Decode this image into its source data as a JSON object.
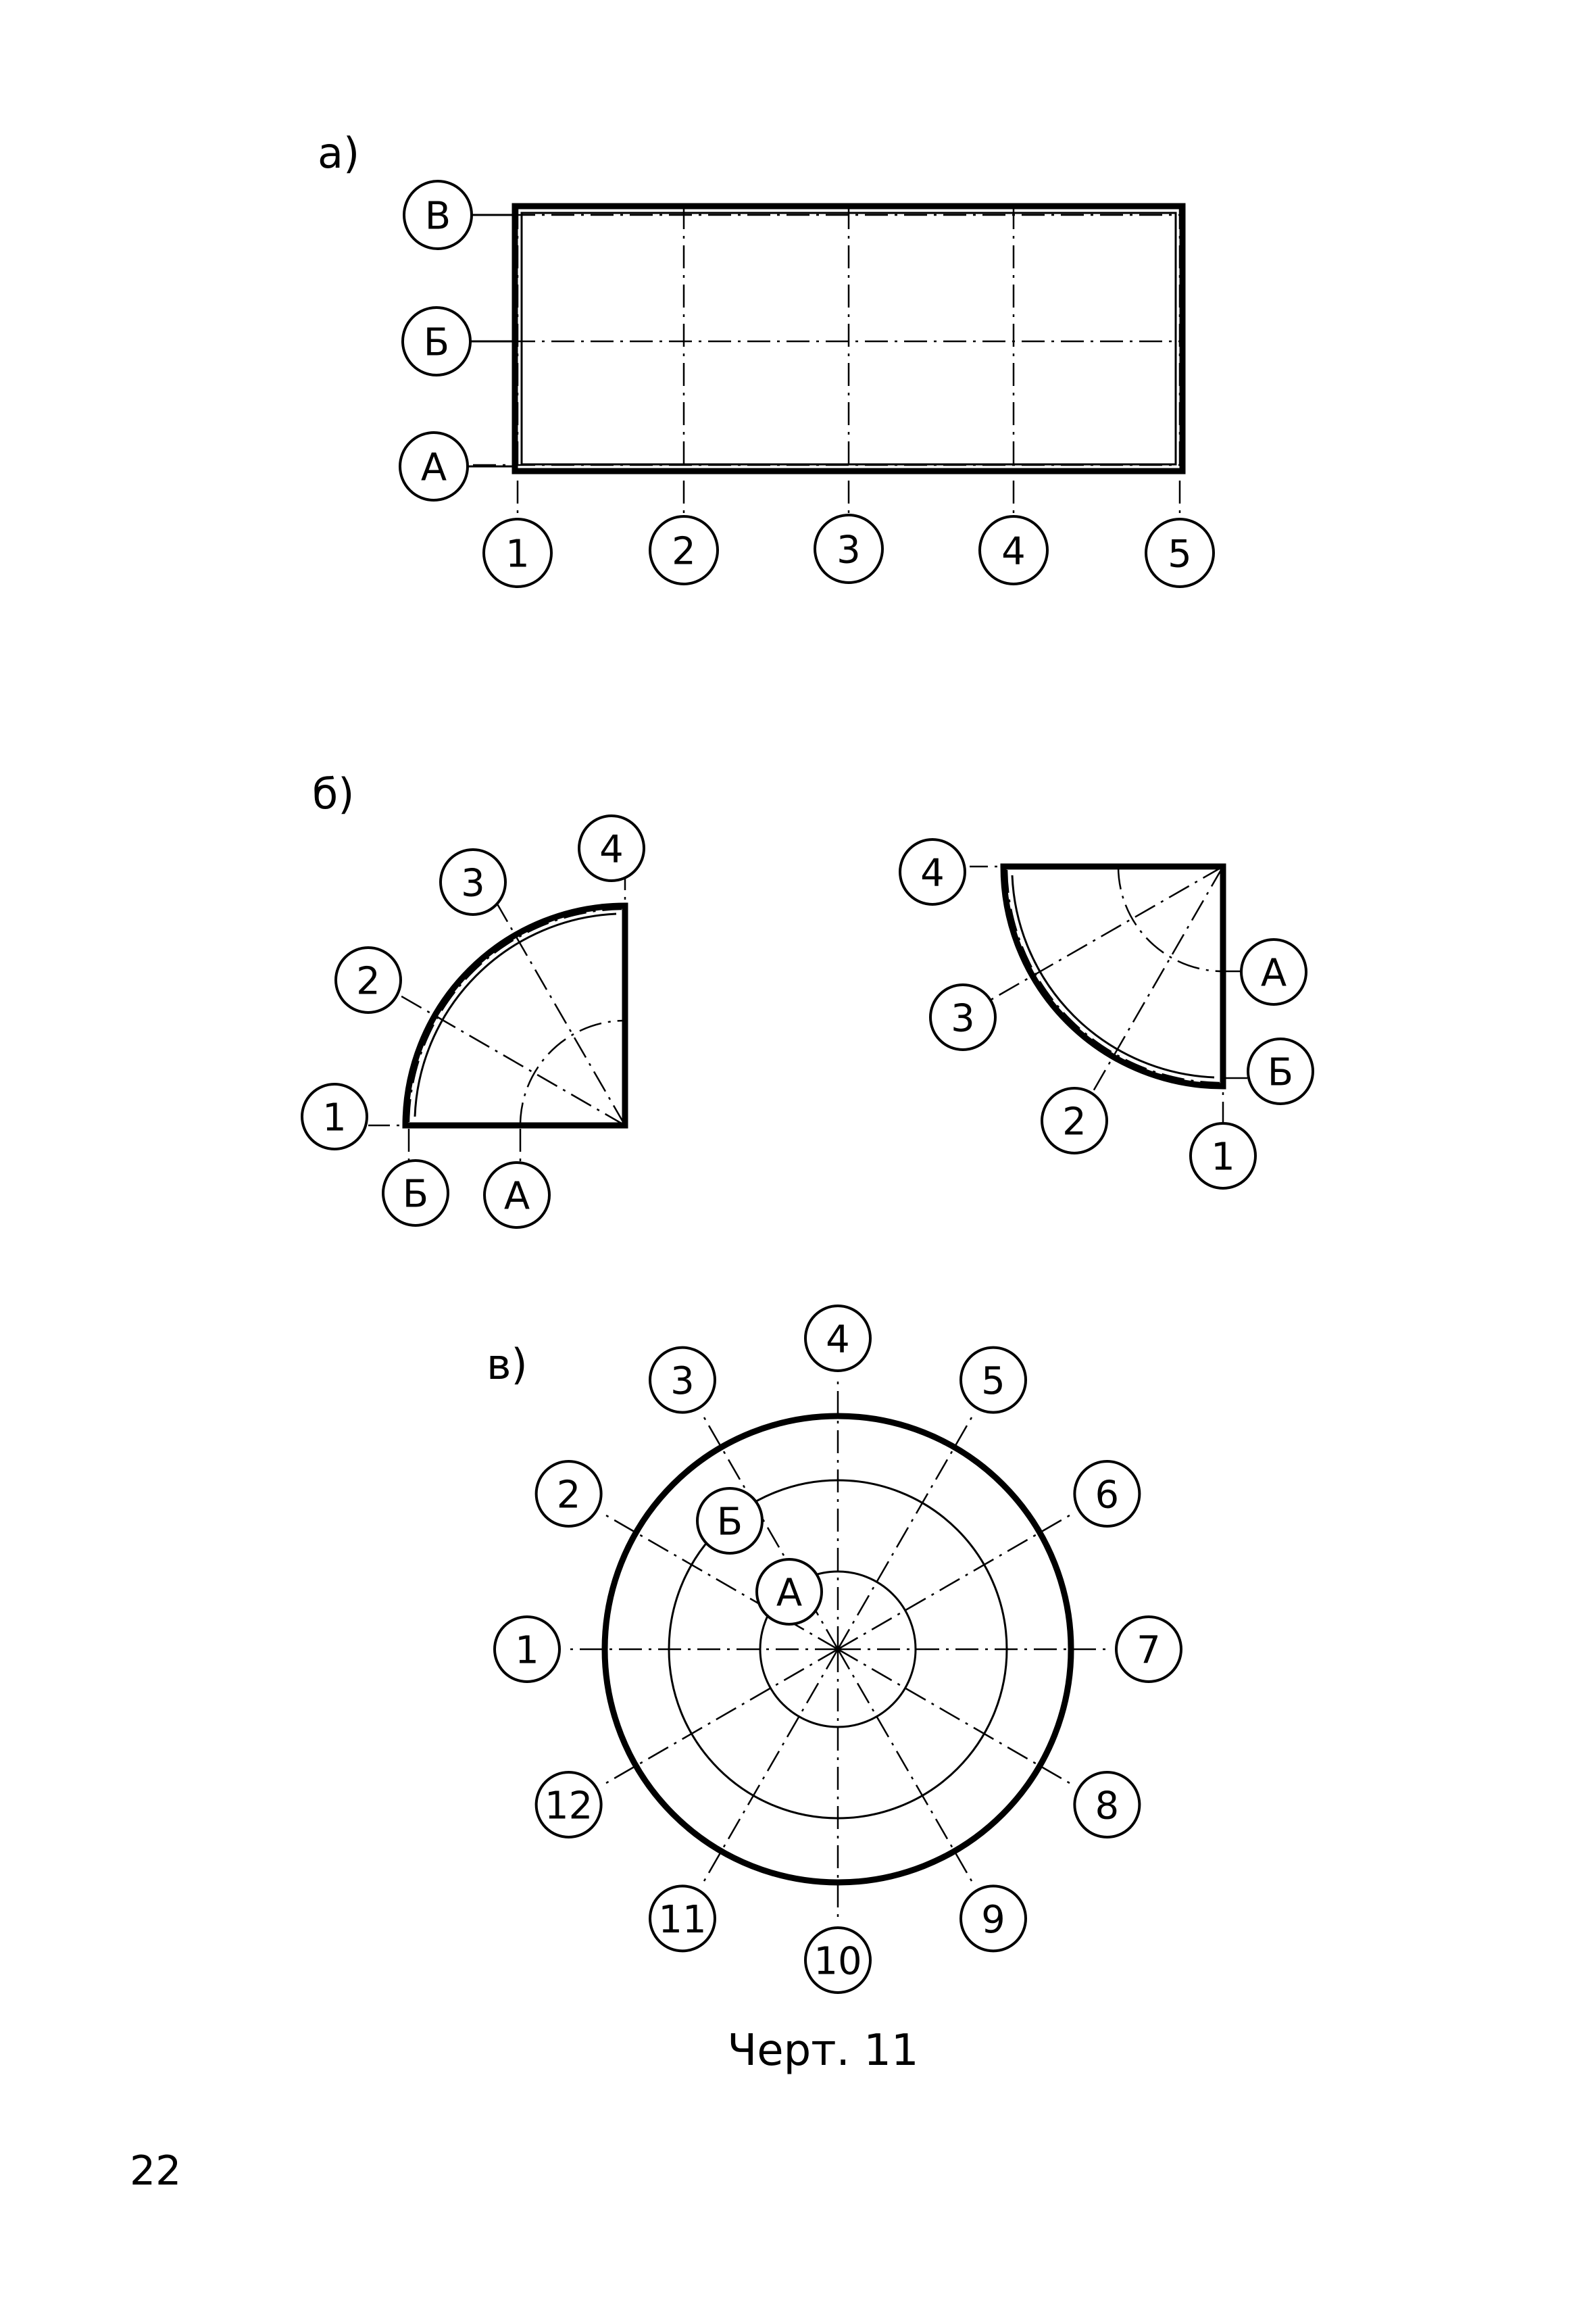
{
  "panels": {
    "a": {
      "label": "а)",
      "row_axes": [
        "В",
        "Б",
        "А"
      ],
      "column_axes": [
        "1",
        "2",
        "3",
        "4",
        "5"
      ]
    },
    "b": {
      "label": "б)",
      "left": {
        "radial_axes": [
          "1",
          "2",
          "3",
          "4"
        ],
        "arc_axes": [
          "Б",
          "А"
        ]
      },
      "right": {
        "radial_axes": [
          "4",
          "3",
          "2",
          "1"
        ],
        "arc_axes": [
          "А",
          "Б"
        ]
      }
    },
    "c": {
      "label": "в)",
      "radial_axes": [
        "1",
        "2",
        "3",
        "4",
        "5",
        "6",
        "7",
        "8",
        "9",
        "10",
        "11",
        "12"
      ],
      "arc_axes": [
        "Б",
        "А"
      ]
    }
  },
  "caption": "Черт. 11",
  "page_number": "22"
}
